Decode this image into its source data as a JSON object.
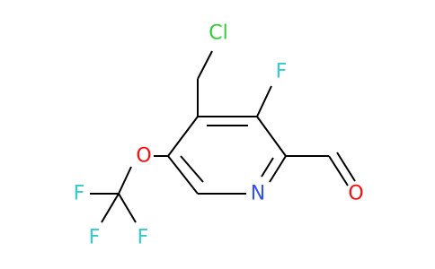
{
  "molecule": {
    "atoms": {
      "cl": {
        "label": "Cl",
        "color": "#33CC33"
      },
      "f3": {
        "label": "F",
        "color": "#33CCCC"
      },
      "n": {
        "label": "N",
        "color": "#3050F8"
      },
      "o_ether": {
        "label": "O",
        "color": "#FF0D0D"
      },
      "o_ald": {
        "label": "O",
        "color": "#FF0D0D"
      },
      "cf3_f_top": {
        "label": "F",
        "color": "#33CCCC"
      },
      "cf3_f_left": {
        "label": "F",
        "color": "#33CCCC"
      },
      "cf3_f_right": {
        "label": "F",
        "color": "#33CCCC"
      }
    },
    "bond_color": "#000000"
  }
}
